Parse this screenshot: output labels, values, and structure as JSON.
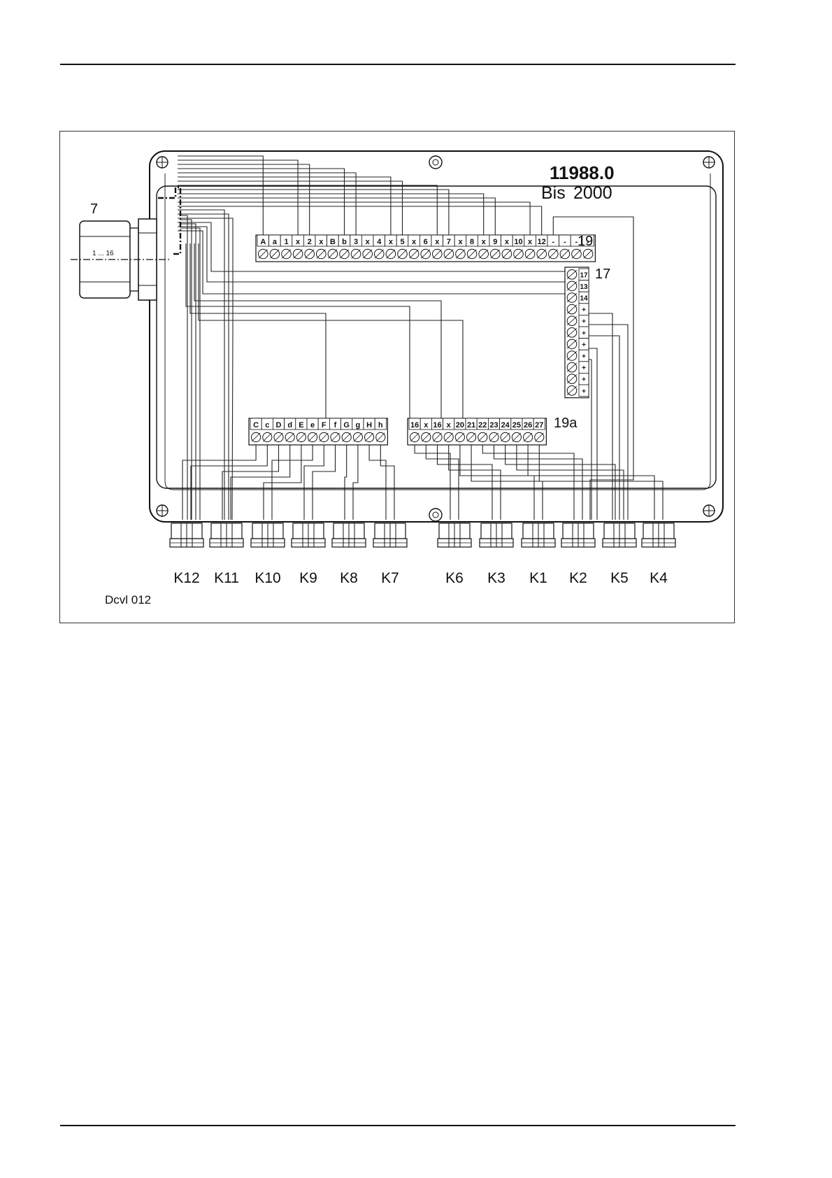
{
  "document": {
    "figure_code": "Dcvl 012",
    "part_number": "11988.0",
    "validity": "Bis",
    "validity_year": "2000"
  },
  "callouts": {
    "cable_gland": "7",
    "cable_core_range": "1 ... 16",
    "terminal_strip_19": "19",
    "terminal_strip_17": "17",
    "terminal_strip_19a": "19a"
  },
  "terminal_strip_19": [
    "A",
    "a",
    "1",
    "x",
    "2",
    "x",
    "B",
    "b",
    "3",
    "x",
    "4",
    "x",
    "5",
    "x",
    "6",
    "x",
    "7",
    "x",
    "8",
    "x",
    "9",
    "x",
    "10",
    "x",
    "12",
    "-",
    "-",
    "-",
    "-"
  ],
  "terminal_strip_17": [
    "17",
    "13",
    "14",
    "+",
    "+",
    "+",
    "+",
    "+",
    "+",
    "+",
    "+"
  ],
  "terminal_strip_19a_left": [
    "C",
    "c",
    "D",
    "d",
    "E",
    "e",
    "F",
    "f",
    "G",
    "g",
    "H",
    "h"
  ],
  "terminal_strip_19a_right": [
    "16",
    "x",
    "16",
    "x",
    "20",
    "21",
    "22",
    "23",
    "24",
    "25",
    "26",
    "27"
  ],
  "cable_glands": [
    "K12",
    "K11",
    "K10",
    "K9",
    "K8",
    "K7",
    "K6",
    "K3",
    "K1",
    "K2",
    "K5",
    "K4"
  ]
}
